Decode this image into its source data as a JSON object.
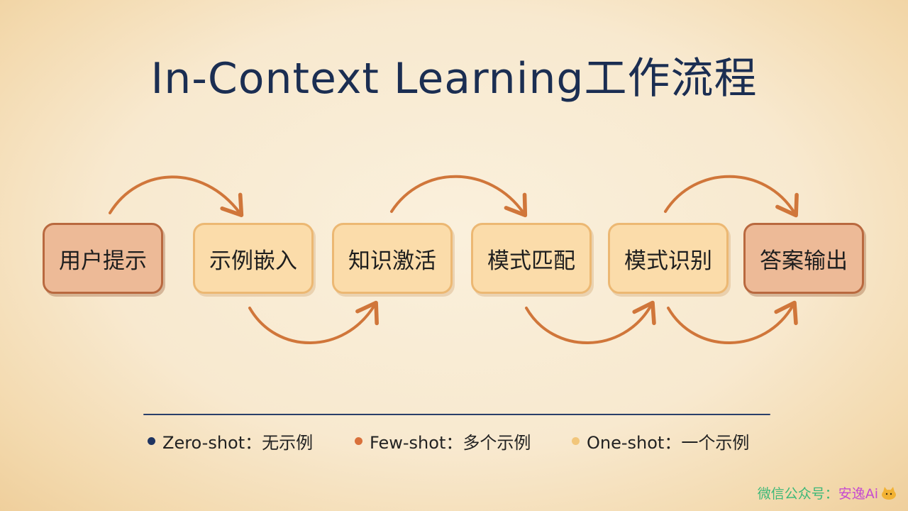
{
  "title": "In-Context Learning工作流程",
  "steps": [
    {
      "label": "用户提示",
      "style": "dark"
    },
    {
      "label": "示例嵌入",
      "style": "light"
    },
    {
      "label": "知识激活",
      "style": "light"
    },
    {
      "label": "模式匹配",
      "style": "light"
    },
    {
      "label": "模式识别",
      "style": "light"
    },
    {
      "label": "答案输出",
      "style": "dark"
    }
  ],
  "legend": [
    {
      "text": "Zero-shot：无示例",
      "color": "#1f3461"
    },
    {
      "text": "Few-shot：多个示例",
      "color": "#d9703a"
    },
    {
      "text": "One-shot：一个示例",
      "color": "#f2c67a"
    }
  ],
  "colors": {
    "arrow": "#d0763a",
    "title": "#1b2e52",
    "background": "#f8e9cf"
  },
  "watermark": {
    "label": "微信公众号：",
    "name": "安逸Ai",
    "icon": "cat-logo-icon"
  }
}
